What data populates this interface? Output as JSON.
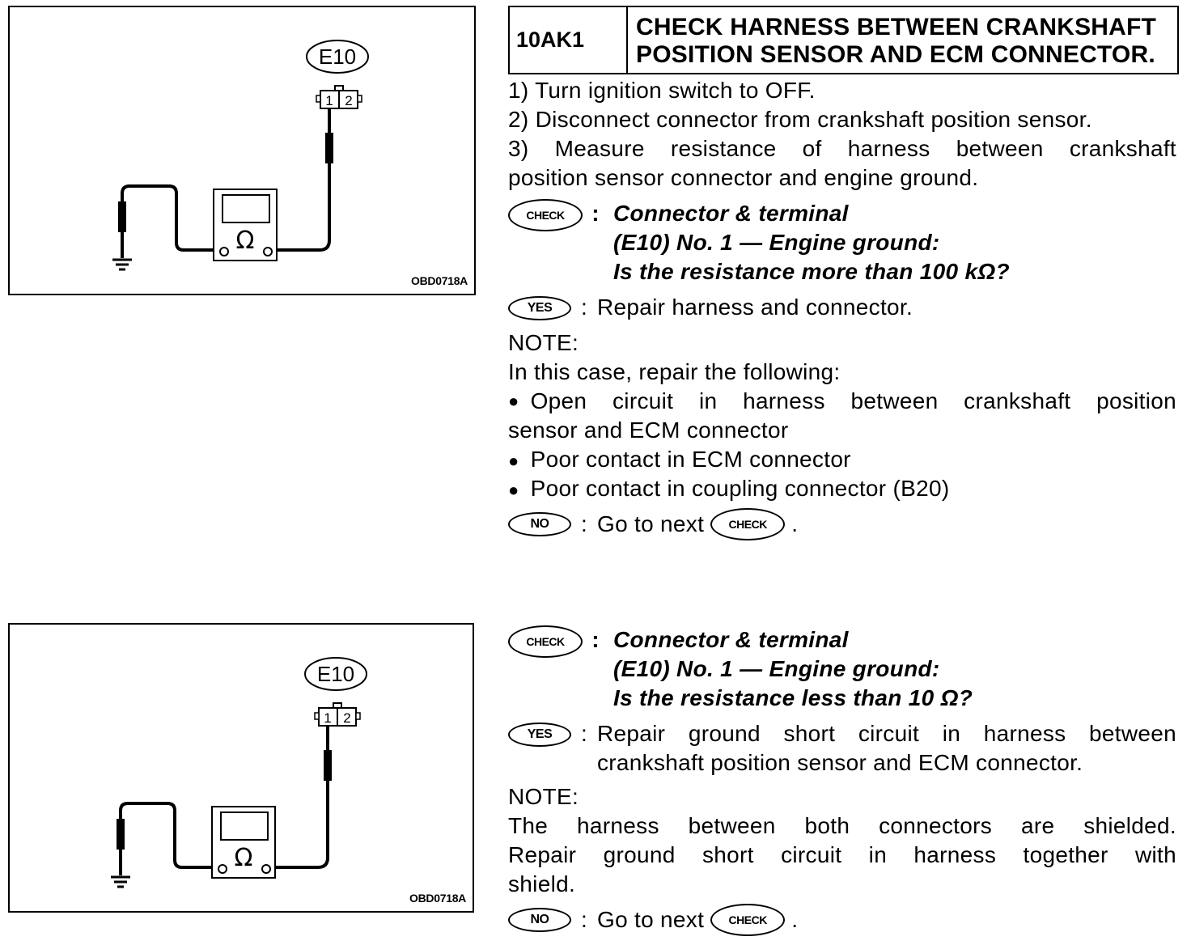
{
  "step": {
    "code": "10AK1",
    "title_line1": "CHECK HARNESS BETWEEN CRANKSHAFT",
    "title_line2": "POSITION SENSOR AND ECM CONNECTOR."
  },
  "figure": {
    "connector_label": "E10",
    "pin1": "1",
    "pin2": "2",
    "meter_symbol": "Ω",
    "code": "OBD0718A"
  },
  "procedure": [
    "1)  Turn ignition switch to OFF.",
    "2)  Disconnect connector from crankshaft position sensor.",
    "3)  Measure  resistance  of  harness  between  crankshaft",
    "position sensor connector and engine ground."
  ],
  "badges": {
    "check": "CHECK",
    "yes": "YES",
    "no": "NO"
  },
  "check1": {
    "line1": "Connector & terminal",
    "line2": "(E10) No. 1 — Engine ground:",
    "line3": "Is the resistance more than 100 kΩ?"
  },
  "yes1": {
    "text": "Repair harness and connector."
  },
  "note1": {
    "label": "NOTE:",
    "intro": "In this case, repair the following:",
    "bullet1_line1": "Open  circuit  in  harness  between  crankshaft  position",
    "bullet1_line2": "sensor and ECM connector",
    "bullet2": "Poor contact in ECM connector",
    "bullet3": "Poor contact in coupling connector (B20)"
  },
  "no1": {
    "text": "Go to next",
    "end": "."
  },
  "check2": {
    "line1": "Connector & terminal",
    "line2": "(E10) No. 1 — Engine ground:",
    "line3": "Is the resistance less than 10 Ω?"
  },
  "yes2": {
    "line1": "Repair  ground  short  circuit  in  harness  between",
    "line2": "crankshaft position sensor and ECM connector."
  },
  "note2": {
    "label": "NOTE:",
    "line1": "The  harness  between  both  connectors  are  shielded.",
    "line2": "Repair  ground  short  circuit  in  harness  together  with",
    "line3": "shield."
  },
  "no2": {
    "text": "Go to next",
    "end": "."
  }
}
